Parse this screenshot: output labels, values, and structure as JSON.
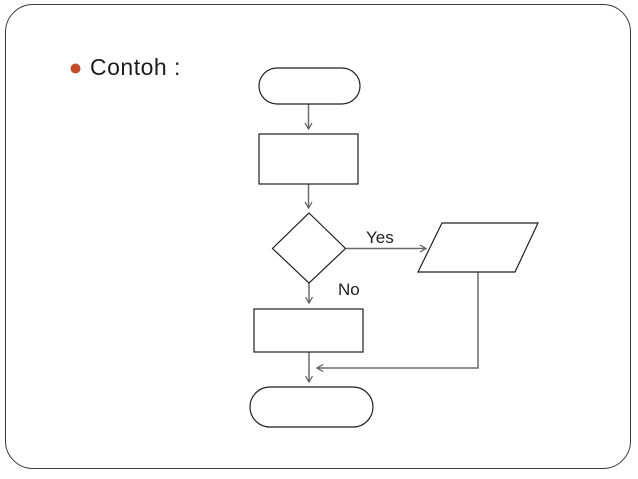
{
  "slide": {
    "bullet_text": "Contoh :",
    "bullet_color": "#c14b2a",
    "background_color": "#ffffff",
    "border_color": "#3a3a3a"
  },
  "flowchart": {
    "labels": {
      "yes": "Yes",
      "no": "No"
    },
    "colors": {
      "shape_outline": "#1f1f1f",
      "shape_fill": "#ffffff",
      "connector": "#6b6b6b",
      "label_text": "#1f1f1f"
    },
    "nodes": [
      {
        "id": "start-terminator",
        "shape": "terminator",
        "label": ""
      },
      {
        "id": "process-1",
        "shape": "process",
        "label": ""
      },
      {
        "id": "decision-1",
        "shape": "decision",
        "label": ""
      },
      {
        "id": "io-1",
        "shape": "input-output",
        "label": ""
      },
      {
        "id": "process-2",
        "shape": "process",
        "label": ""
      },
      {
        "id": "end-terminator",
        "shape": "terminator",
        "label": ""
      }
    ],
    "edges": [
      {
        "from": "start-terminator",
        "to": "process-1",
        "label": ""
      },
      {
        "from": "process-1",
        "to": "decision-1",
        "label": ""
      },
      {
        "from": "decision-1",
        "to": "io-1",
        "label": "Yes"
      },
      {
        "from": "decision-1",
        "to": "process-2",
        "label": "No"
      },
      {
        "from": "io-1",
        "to": "end-terminator",
        "label": ""
      },
      {
        "from": "process-2",
        "to": "end-terminator",
        "label": ""
      }
    ]
  }
}
